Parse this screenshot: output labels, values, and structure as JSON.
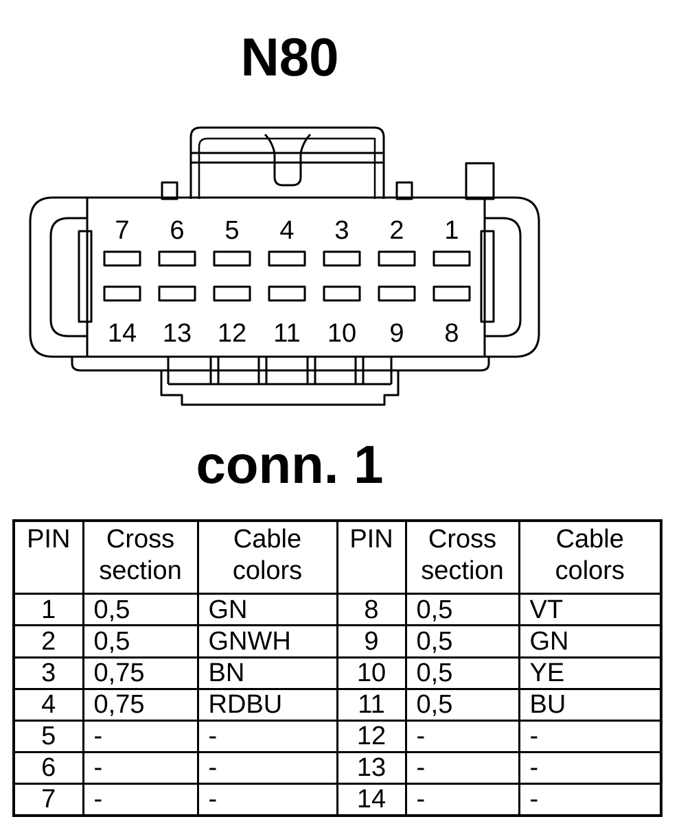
{
  "part_label": "N80",
  "connector_label": "conn. 1",
  "connector": {
    "top_row_pins": [
      "7",
      "6",
      "5",
      "4",
      "3",
      "2",
      "1"
    ],
    "bottom_row_pins": [
      "14",
      "13",
      "12",
      "11",
      "10",
      "9",
      "8"
    ]
  },
  "table": {
    "headers": {
      "pin": "PIN",
      "cross_1": "Cross",
      "cross_2": "section",
      "cable_1": "Cable",
      "cable_2": "colors"
    },
    "left": [
      {
        "pin": "1",
        "cross": "0,5",
        "color": "GN"
      },
      {
        "pin": "2",
        "cross": "0,5",
        "color": "GNWH"
      },
      {
        "pin": "3",
        "cross": "0,75",
        "color": "BN"
      },
      {
        "pin": "4",
        "cross": "0,75",
        "color": "RDBU"
      },
      {
        "pin": "5",
        "cross": "-",
        "color": "-"
      },
      {
        "pin": "6",
        "cross": "-",
        "color": "-"
      },
      {
        "pin": "7",
        "cross": "-",
        "color": "-"
      }
    ],
    "right": [
      {
        "pin": "8",
        "cross": "0,5",
        "color": "VT"
      },
      {
        "pin": "9",
        "cross": "0,5",
        "color": "GN"
      },
      {
        "pin": "10",
        "cross": "0,5",
        "color": "YE"
      },
      {
        "pin": "11",
        "cross": "0,5",
        "color": "BU"
      },
      {
        "pin": "12",
        "cross": "-",
        "color": "-"
      },
      {
        "pin": "13",
        "cross": "-",
        "color": "-"
      },
      {
        "pin": "14",
        "cross": "-",
        "color": "-"
      }
    ]
  }
}
